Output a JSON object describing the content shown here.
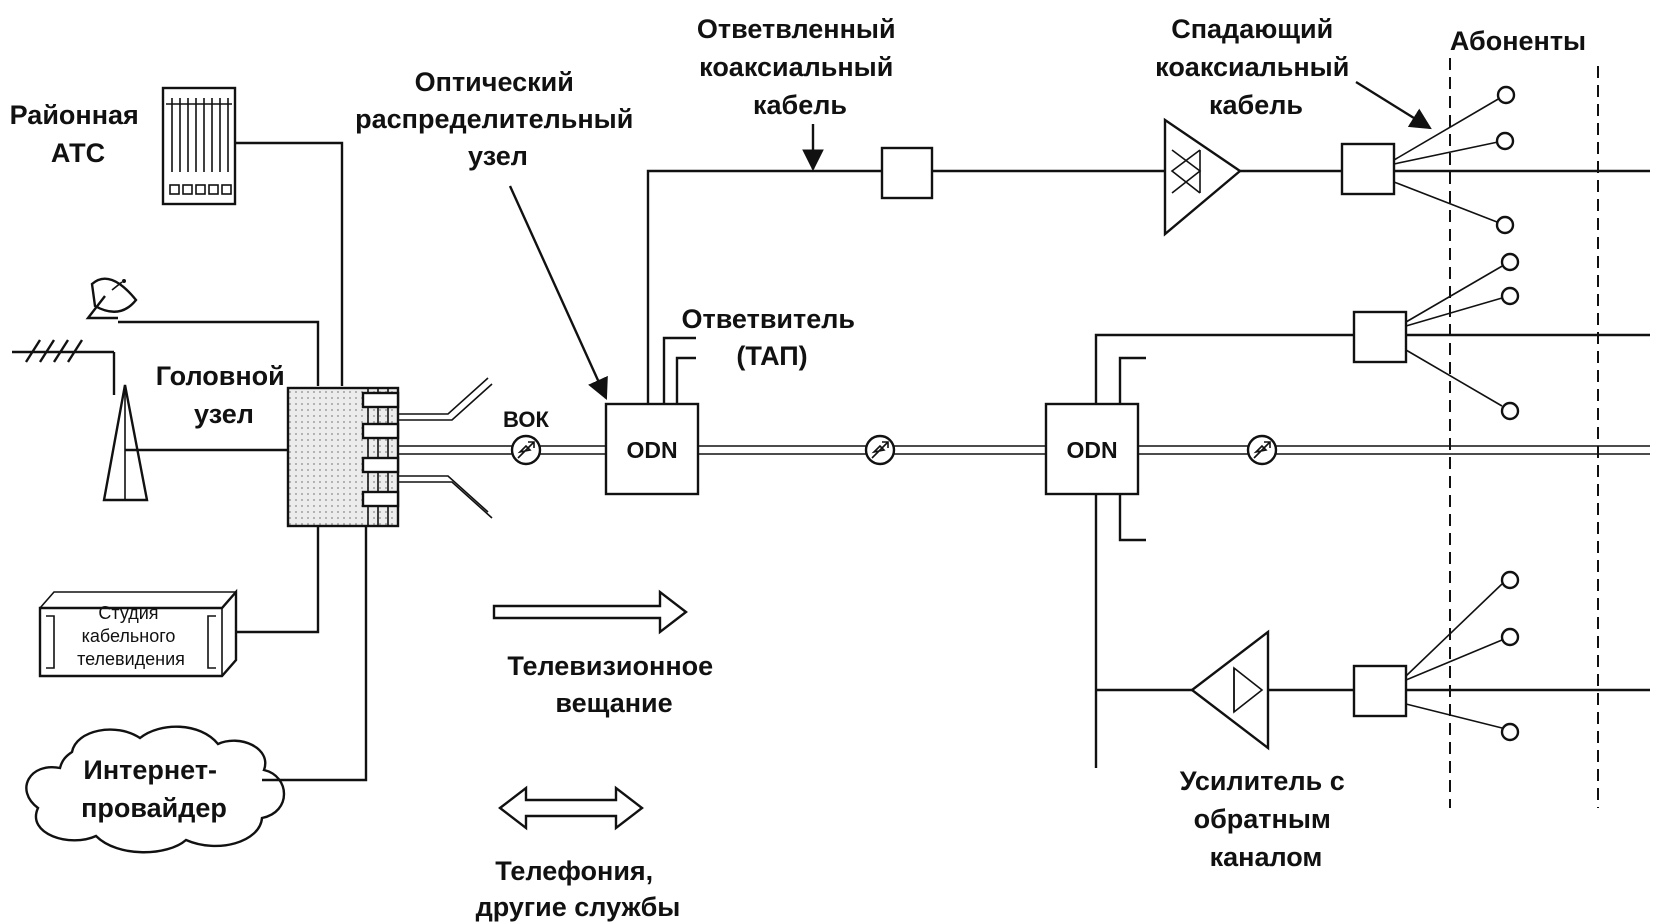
{
  "labels": {
    "rayonnaya": [
      "Районная",
      "АТС"
    ],
    "optical_node": [
      "Оптический",
      "распределительный",
      "узел"
    ],
    "branch_coax": [
      "Ответвленный",
      "коаксиальный",
      "кабель"
    ],
    "drop_coax": [
      "Спадающий",
      "коаксиальный",
      "кабель"
    ],
    "subscribers": "Абоненты",
    "headend": [
      "Головной",
      "узел"
    ],
    "fiber": "ВОК",
    "tap": [
      "Ответвитель",
      "(ТАП)"
    ],
    "studio": [
      "Студия",
      "кабельного",
      "телевидения"
    ],
    "isp": [
      "Интернет-",
      "провайдер"
    ],
    "tv_broadcast": [
      "Телевизионное",
      "вещание"
    ],
    "telephony": [
      "Телефония,",
      "другие службы"
    ],
    "amplifier_return": [
      "Усилитель с",
      "обратным",
      "каналом"
    ]
  },
  "nodes": {
    "odn_1": "ODN",
    "odn_2": "ODN"
  },
  "icons": {
    "pbx": "telephone-exchange-icon",
    "satellite": "satellite-dish-icon",
    "antenna": "tv-antenna-icon",
    "tower": "transmitter-tower-icon",
    "studio": "tv-studio-icon",
    "cloud": "cloud-icon",
    "amplifier": "amplifier-icon",
    "fiber_joint": "fiber-splice-icon",
    "subscriber": "subscriber-terminal-icon"
  },
  "colors": {
    "ink": "#111111",
    "paper": "#ffffff",
    "headend_fill": "#e9e9e9"
  }
}
